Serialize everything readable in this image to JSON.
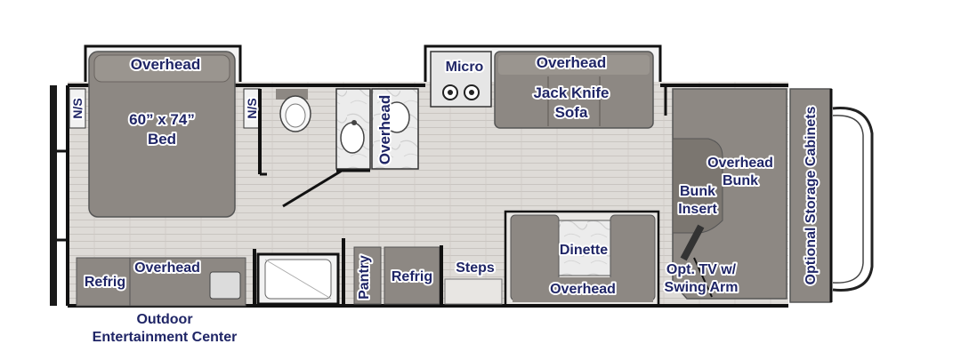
{
  "labels": {
    "bedroom_overhead": "Overhead",
    "bed_size": "60” x 74”",
    "bed": "Bed",
    "ns_left": "N/S",
    "ns_bath": "N/S",
    "bath_overhead": "Overhead",
    "micro": "Micro",
    "sofa_overhead": "Overhead",
    "sofa_line1": "Jack Knife",
    "sofa_line2": "Sofa",
    "overhead_bunk_line1": "Overhead",
    "overhead_bunk_line2": "Bunk",
    "bunk_insert_line1": "Bunk",
    "bunk_insert_line2": "Insert",
    "cabinets": "Optional Storage Cabinets",
    "refrig_rear": "Refrig",
    "rear_overhead": "Overhead",
    "pantry": "Pantry",
    "refrig_main": "Refrig",
    "steps": "Steps",
    "dinette": "Dinette",
    "dinette_overhead": "Overhead",
    "tv_line1": "Opt. TV w/",
    "tv_line2": "Swing Arm",
    "outdoor_line1": "Outdoor",
    "outdoor_line2": "Entertainment Center"
  },
  "colors": {
    "label": "#1f2566",
    "wall": "#111111",
    "floor": "#d9d6d2",
    "furniture": "#8a8580",
    "counter": "#dcdcdc"
  },
  "icons": [
    "toilet-icon",
    "sink-icon",
    "stove-icon",
    "tv-icon",
    "shower-icon"
  ]
}
